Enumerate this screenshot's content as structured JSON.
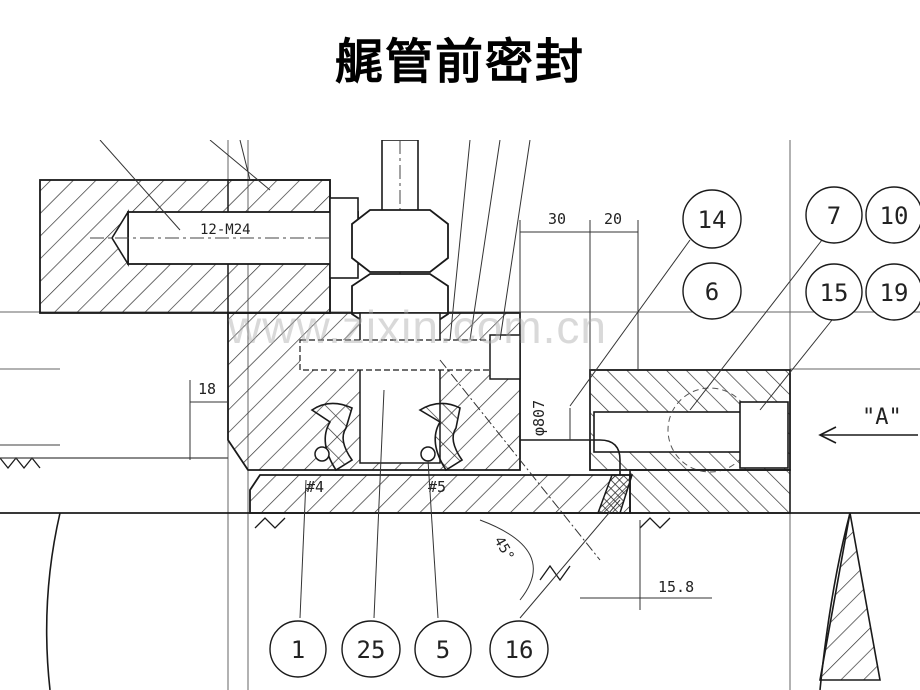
{
  "title": "艉管前密封",
  "watermark": "www.zixin.com.cn",
  "dimensions": {
    "bolt_spec": "12-M24",
    "dim_30": "30",
    "dim_20": "20",
    "dim_18": "18",
    "diameter": "φ807",
    "angle": "45°",
    "dim_15_8": "15.8",
    "view_label": "\"A\""
  },
  "part_markers": {
    "seal_4": "#4",
    "seal_5": "#5"
  },
  "callouts": {
    "c14": "14",
    "c6": "6",
    "c7": "7",
    "c10": "10",
    "c15": "15",
    "c19": "19",
    "c1": "1",
    "c25": "25",
    "c5": "5",
    "c16": "16"
  },
  "colors": {
    "line": "#1a1a1a",
    "hatch": "#333333",
    "thin": "#555555"
  }
}
